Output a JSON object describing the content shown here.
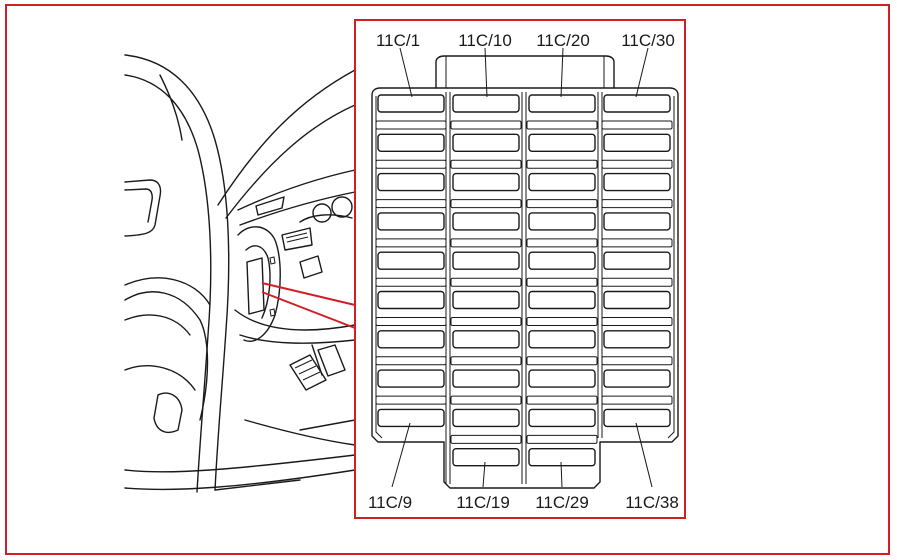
{
  "colors": {
    "frame": "#d21f26",
    "lines": "#1a1a1a",
    "background": "#ffffff"
  },
  "labels": {
    "top": [
      "11C/1",
      "11C/10",
      "11C/20",
      "11C/30"
    ],
    "bottom": [
      "11C/9",
      "11C/19",
      "11C/29",
      "11C/38"
    ]
  },
  "columns": [
    {
      "first_fuse": "11C/1",
      "last_fuse": "11C/9",
      "slots": 9
    },
    {
      "first_fuse": "11C/10",
      "last_fuse": "11C/19",
      "slots": 10
    },
    {
      "first_fuse": "11C/20",
      "last_fuse": "11C/29",
      "slots": 10
    },
    {
      "first_fuse": "11C/30",
      "last_fuse": "11C/38",
      "slots": 9
    }
  ]
}
